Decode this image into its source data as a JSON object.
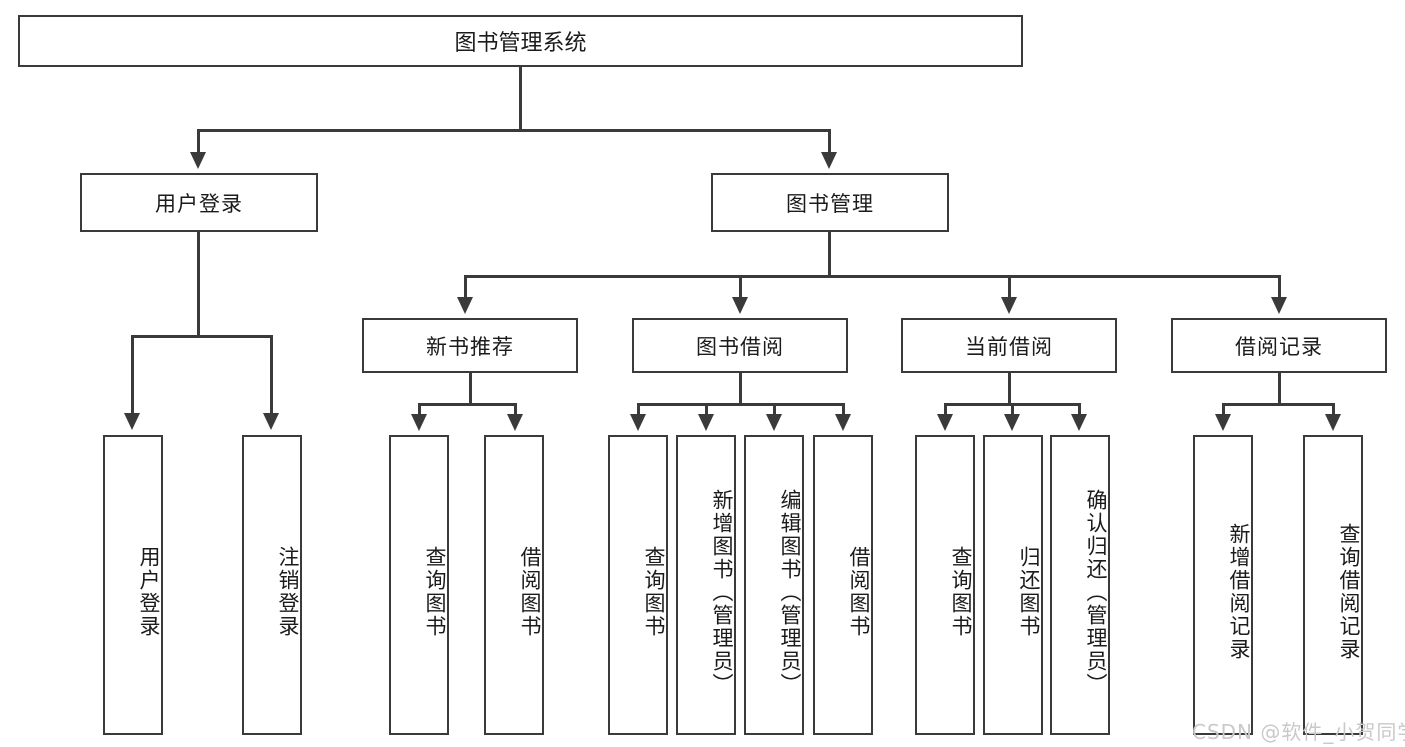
{
  "diagram": {
    "title": "图书管理系统",
    "type": "tree",
    "root": {
      "label": "图书管理系统"
    },
    "level2": [
      {
        "label": "用户登录"
      },
      {
        "label": "图书管理"
      }
    ],
    "level3": [
      {
        "label": "新书推荐",
        "parent": "图书管理"
      },
      {
        "label": "图书借阅",
        "parent": "图书管理"
      },
      {
        "label": "当前借阅",
        "parent": "图书管理"
      },
      {
        "label": "借阅记录",
        "parent": "图书管理"
      }
    ],
    "leaves": {
      "user_login": [
        {
          "label": "用户登录"
        },
        {
          "label": "注销登录"
        }
      ],
      "new_book_recommend": [
        {
          "label": "查询图书"
        },
        {
          "label": "借阅图书"
        }
      ],
      "book_borrow": [
        {
          "label": "查询图书"
        },
        {
          "label": "新增图书（管理员）"
        },
        {
          "label": "编辑图书（管理员）"
        },
        {
          "label": "借阅图书"
        }
      ],
      "current_borrow": [
        {
          "label": "查询图书"
        },
        {
          "label": "归还图书"
        },
        {
          "label": "确认归还（管理员）"
        }
      ],
      "borrow_record": [
        {
          "label": "新增借阅记录"
        },
        {
          "label": "查询借阅记录"
        }
      ]
    }
  },
  "watermark": {
    "text": "CSDN @软件_小贺同学"
  },
  "colors": {
    "stroke": "#3a3a3a",
    "text": "#1b1b1b",
    "background": "#ffffff",
    "watermark": "#c9c9c9"
  }
}
